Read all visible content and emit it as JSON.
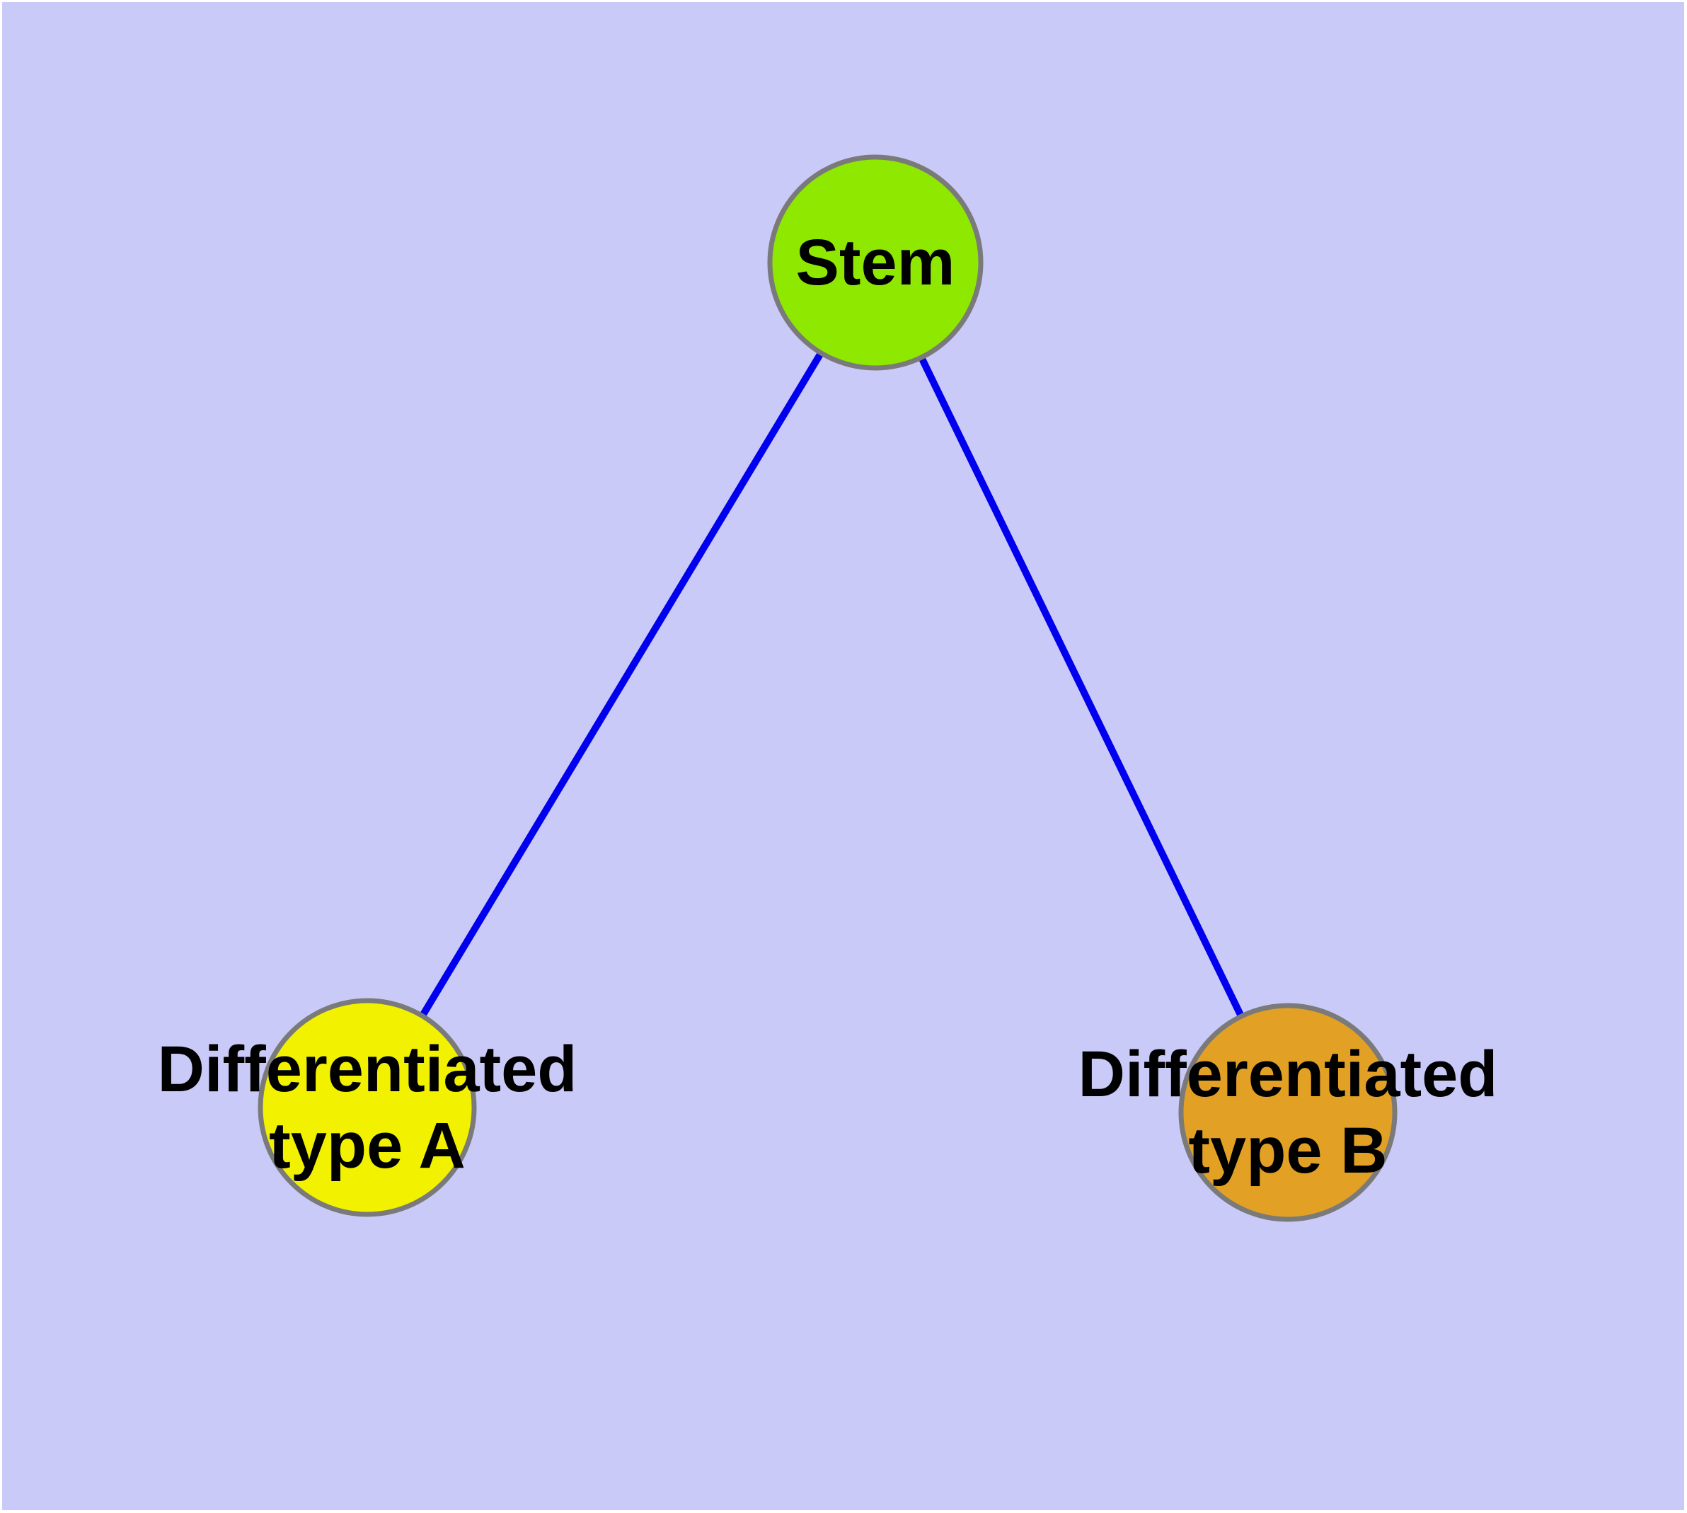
{
  "diagram": {
    "type": "node-link-graph",
    "background_color": "#CACAF8",
    "frame_color": "#FFFFFF",
    "text_color": "#000000",
    "edge_color": "#0000EE",
    "node_border_color": "#7A7A7A",
    "nodes": {
      "stem": {
        "label": "Stem",
        "color": "#8FE800"
      },
      "type_a": {
        "label_line1": "Differentiated",
        "label_line2": "type A",
        "color": "#F2F200"
      },
      "type_b": {
        "label_line1": "Differentiated",
        "label_line2": "type B",
        "color": "#E2A125"
      }
    },
    "edges": [
      {
        "from": "Stem",
        "to": "Differentiated type A"
      },
      {
        "from": "Stem",
        "to": "Differentiated type B"
      }
    ]
  }
}
